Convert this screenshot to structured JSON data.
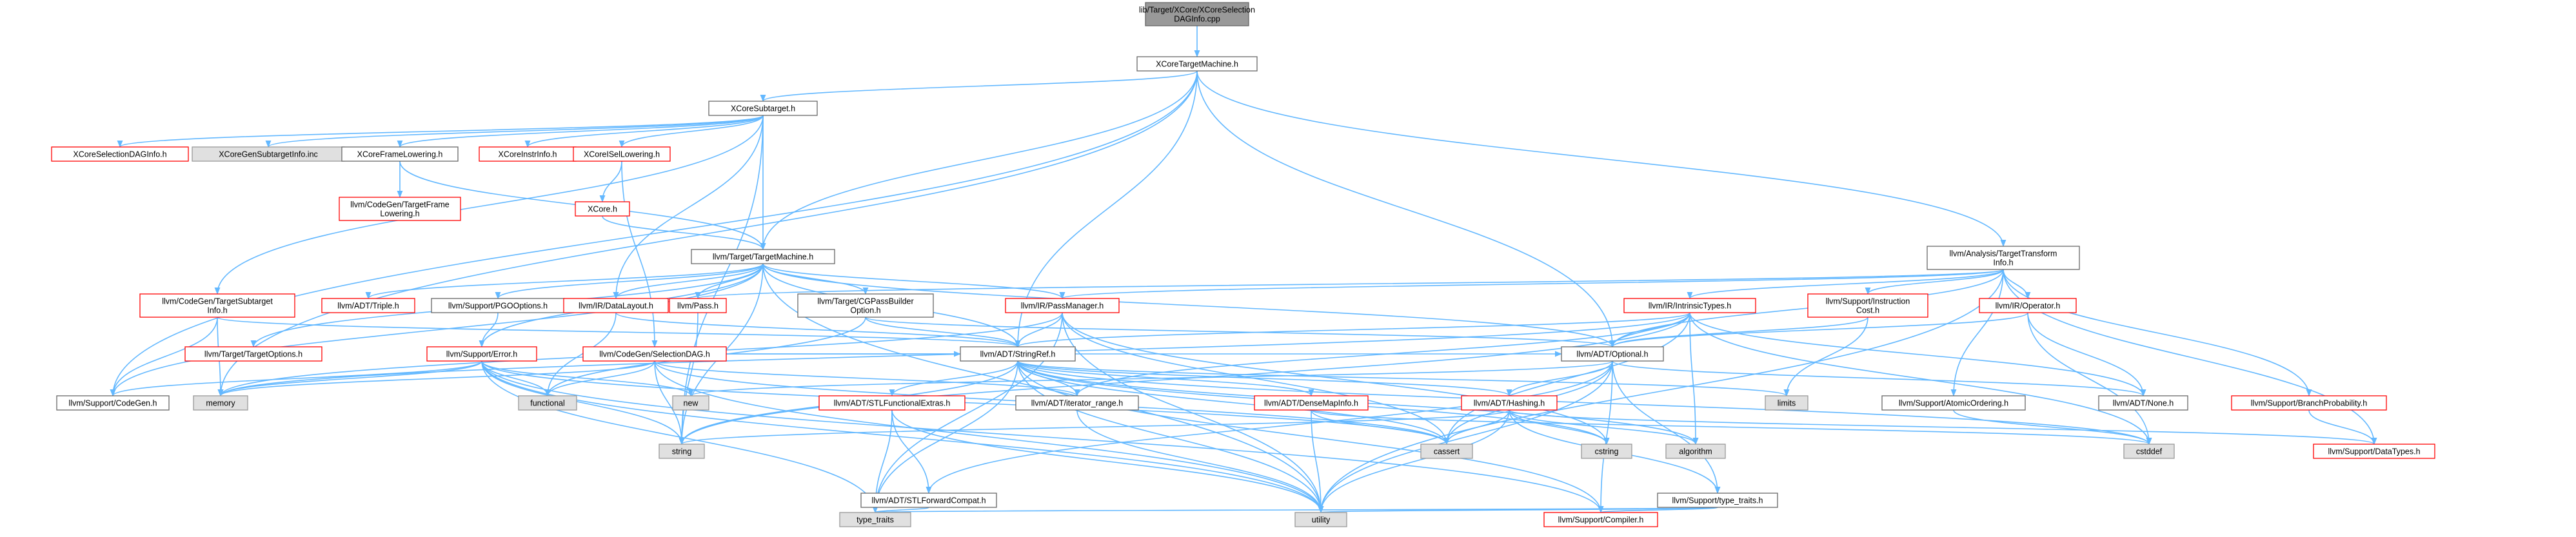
{
  "diagram": {
    "colors": {
      "edge": "#63b8ff",
      "normal_fill": "#ffffff",
      "normal_border": "#666666",
      "external_fill": "#e0e0e0",
      "external_border": "#999999",
      "root_fill": "#999999",
      "root_border": "#666666",
      "truncated_border": "#ff0000"
    },
    "nodes": [
      {
        "id": "root",
        "lines": [
          "lib/Target/XCore/XCoreSelection",
          "DAGInfo.cpp"
        ],
        "kind": "root"
      },
      {
        "id": "tm",
        "lines": [
          "XCoreTargetMachine.h"
        ],
        "kind": "normal"
      },
      {
        "id": "st",
        "lines": [
          "XCoreSubtarget.h"
        ],
        "kind": "normal"
      },
      {
        "id": "seldag",
        "lines": [
          "XCoreSelectionDAGInfo.h"
        ],
        "kind": "truncated"
      },
      {
        "id": "gensub",
        "lines": [
          "XCoreGenSubtargetInfo.inc"
        ],
        "kind": "external"
      },
      {
        "id": "framelow",
        "lines": [
          "XCoreFrameLowering.h"
        ],
        "kind": "normal"
      },
      {
        "id": "instrinfo",
        "lines": [
          "XCoreInstrInfo.h"
        ],
        "kind": "truncated"
      },
      {
        "id": "isellow",
        "lines": [
          "XCoreISelLowering.h"
        ],
        "kind": "truncated"
      },
      {
        "id": "cgtfl",
        "lines": [
          "llvm/CodeGen/TargetFrame",
          "Lowering.h"
        ],
        "kind": "truncated"
      },
      {
        "id": "xcore",
        "lines": [
          "XCore.h"
        ],
        "kind": "truncated"
      },
      {
        "id": "ltm",
        "lines": [
          "llvm/Target/TargetMachine.h"
        ],
        "kind": "normal"
      },
      {
        "id": "cgtsi",
        "lines": [
          "llvm/CodeGen/TargetSubtarget",
          "Info.h"
        ],
        "kind": "truncated"
      },
      {
        "id": "triple",
        "lines": [
          "llvm/ADT/Triple.h"
        ],
        "kind": "truncated"
      },
      {
        "id": "pgo",
        "lines": [
          "llvm/Support/PGOOptions.h"
        ],
        "kind": "normal"
      },
      {
        "id": "datalayout",
        "lines": [
          "llvm/IR/DataLayout.h"
        ],
        "kind": "truncated"
      },
      {
        "id": "pass",
        "lines": [
          "llvm/Pass.h"
        ],
        "kind": "truncated"
      },
      {
        "id": "cgpb",
        "lines": [
          "llvm/Target/CGPassBuilder",
          "Option.h"
        ],
        "kind": "normal"
      },
      {
        "id": "passmgr",
        "lines": [
          "llvm/IR/PassManager.h"
        ],
        "kind": "truncated"
      },
      {
        "id": "tti",
        "lines": [
          "llvm/Analysis/TargetTransform",
          "Info.h"
        ],
        "kind": "normal"
      },
      {
        "id": "intrtypes",
        "lines": [
          "llvm/IR/IntrinsicTypes.h"
        ],
        "kind": "truncated"
      },
      {
        "id": "instcost",
        "lines": [
          "llvm/Support/Instruction",
          "Cost.h"
        ],
        "kind": "truncated"
      },
      {
        "id": "operator",
        "lines": [
          "llvm/IR/Operator.h"
        ],
        "kind": "truncated"
      },
      {
        "id": "targetopts",
        "lines": [
          "llvm/Target/TargetOptions.h"
        ],
        "kind": "truncated"
      },
      {
        "id": "error",
        "lines": [
          "llvm/Support/Error.h"
        ],
        "kind": "truncated"
      },
      {
        "id": "cgseldag",
        "lines": [
          "llvm/CodeGen/SelectionDAG.h"
        ],
        "kind": "truncated"
      },
      {
        "id": "stringref",
        "lines": [
          "llvm/ADT/StringRef.h"
        ],
        "kind": "normal"
      },
      {
        "id": "optional",
        "lines": [
          "llvm/ADT/Optional.h"
        ],
        "kind": "normal"
      },
      {
        "id": "supcodegen",
        "lines": [
          "llvm/Support/CodeGen.h"
        ],
        "kind": "normal"
      },
      {
        "id": "memory",
        "lines": [
          "memory"
        ],
        "kind": "external"
      },
      {
        "id": "functional",
        "lines": [
          "functional"
        ],
        "kind": "external"
      },
      {
        "id": "new",
        "lines": [
          "new"
        ],
        "kind": "external"
      },
      {
        "id": "stlfe",
        "lines": [
          "llvm/ADT/STLFunctionalExtras.h"
        ],
        "kind": "truncated"
      },
      {
        "id": "iterrange",
        "lines": [
          "llvm/ADT/iterator_range.h"
        ],
        "kind": "normal"
      },
      {
        "id": "densemapinfo",
        "lines": [
          "llvm/ADT/DenseMapInfo.h"
        ],
        "kind": "truncated"
      },
      {
        "id": "hashing",
        "lines": [
          "llvm/ADT/Hashing.h"
        ],
        "kind": "truncated"
      },
      {
        "id": "limits",
        "lines": [
          "limits"
        ],
        "kind": "external"
      },
      {
        "id": "atomicord",
        "lines": [
          "llvm/Support/AtomicOrdering.h"
        ],
        "kind": "normal"
      },
      {
        "id": "none",
        "lines": [
          "llvm/ADT/None.h"
        ],
        "kind": "normal"
      },
      {
        "id": "branchprob",
        "lines": [
          "llvm/Support/BranchProbability.h"
        ],
        "kind": "truncated"
      },
      {
        "id": "string",
        "lines": [
          "string"
        ],
        "kind": "external"
      },
      {
        "id": "cassert",
        "lines": [
          "cassert"
        ],
        "kind": "external"
      },
      {
        "id": "cstring",
        "lines": [
          "cstring"
        ],
        "kind": "external"
      },
      {
        "id": "algorithm",
        "lines": [
          "algorithm"
        ],
        "kind": "external"
      },
      {
        "id": "cstddef",
        "lines": [
          "cstddef"
        ],
        "kind": "external"
      },
      {
        "id": "datatypes",
        "lines": [
          "llvm/Support/DataTypes.h"
        ],
        "kind": "truncated"
      },
      {
        "id": "stlfc",
        "lines": [
          "llvm/ADT/STLForwardCompat.h"
        ],
        "kind": "normal"
      },
      {
        "id": "typetraitsh",
        "lines": [
          "llvm/Support/type_traits.h"
        ],
        "kind": "normal"
      },
      {
        "id": "typetraits",
        "lines": [
          "type_traits"
        ],
        "kind": "external"
      },
      {
        "id": "utility",
        "lines": [
          "utility"
        ],
        "kind": "external"
      },
      {
        "id": "compiler",
        "lines": [
          "llvm/Support/Compiler.h"
        ],
        "kind": "truncated"
      }
    ],
    "edges": [
      [
        "root",
        "tm"
      ],
      [
        "tm",
        "st"
      ],
      [
        "tm",
        "ltm"
      ],
      [
        "tm",
        "stringref"
      ],
      [
        "tm",
        "optional"
      ],
      [
        "tm",
        "supcodegen"
      ],
      [
        "tm",
        "memory"
      ],
      [
        "tm",
        "tti"
      ],
      [
        "st",
        "seldag"
      ],
      [
        "st",
        "gensub"
      ],
      [
        "st",
        "framelow"
      ],
      [
        "st",
        "instrinfo"
      ],
      [
        "st",
        "isellow"
      ],
      [
        "st",
        "ltm"
      ],
      [
        "st",
        "cgtsi"
      ],
      [
        "st",
        "datalayout"
      ],
      [
        "st",
        "string"
      ],
      [
        "framelow",
        "cgtfl"
      ],
      [
        "framelow",
        "ltm"
      ],
      [
        "isellow",
        "xcore"
      ],
      [
        "isellow",
        "cgseldag"
      ],
      [
        "xcore",
        "ltm"
      ],
      [
        "cgtsi",
        "supcodegen"
      ],
      [
        "cgtsi",
        "memory"
      ],
      [
        "cgtsi",
        "stringref"
      ],
      [
        "ltm",
        "triple"
      ],
      [
        "ltm",
        "pgo"
      ],
      [
        "ltm",
        "datalayout"
      ],
      [
        "ltm",
        "pass"
      ],
      [
        "ltm",
        "cgpb"
      ],
      [
        "ltm",
        "passmgr"
      ],
      [
        "ltm",
        "targetopts"
      ],
      [
        "ltm",
        "error"
      ],
      [
        "ltm",
        "supcodegen"
      ],
      [
        "ltm",
        "stringref"
      ],
      [
        "ltm",
        "optional"
      ],
      [
        "ltm",
        "string"
      ],
      [
        "ltm",
        "utility"
      ],
      [
        "pgo",
        "error"
      ],
      [
        "datalayout",
        "stringref"
      ],
      [
        "datalayout",
        "functional"
      ],
      [
        "pass",
        "string"
      ],
      [
        "cgpb",
        "stringref"
      ],
      [
        "cgpb",
        "optional"
      ],
      [
        "cgpb",
        "functional"
      ],
      [
        "passmgr",
        "stringref"
      ],
      [
        "passmgr",
        "cassert"
      ],
      [
        "passmgr",
        "cstring"
      ],
      [
        "passmgr",
        "memory"
      ],
      [
        "passmgr",
        "typetraits"
      ],
      [
        "passmgr",
        "utility"
      ],
      [
        "tti",
        "intrtypes"
      ],
      [
        "tti",
        "instcost"
      ],
      [
        "tti",
        "operator"
      ],
      [
        "tti",
        "atomicord"
      ],
      [
        "tti",
        "branchprob"
      ],
      [
        "tti",
        "datatypes"
      ],
      [
        "tti",
        "passmgr"
      ],
      [
        "tti",
        "pass"
      ],
      [
        "tti",
        "optional"
      ],
      [
        "tti",
        "utility"
      ],
      [
        "intrtypes",
        "stringref"
      ],
      [
        "intrtypes",
        "optional"
      ],
      [
        "intrtypes",
        "none"
      ],
      [
        "intrtypes",
        "cassert"
      ],
      [
        "intrtypes",
        "algorithm"
      ],
      [
        "intrtypes",
        "iterrange"
      ],
      [
        "intrtypes",
        "memory"
      ],
      [
        "intrtypes",
        "cstddef"
      ],
      [
        "intrtypes",
        "string"
      ],
      [
        "instcost",
        "optional"
      ],
      [
        "instcost",
        "limits"
      ],
      [
        "operator",
        "optional"
      ],
      [
        "operator",
        "none"
      ],
      [
        "operator",
        "cstddef"
      ],
      [
        "error",
        "memory"
      ],
      [
        "error",
        "new"
      ],
      [
        "error",
        "string"
      ],
      [
        "error",
        "utility"
      ],
      [
        "error",
        "cassert"
      ],
      [
        "error",
        "typetraits"
      ],
      [
        "error",
        "compiler"
      ],
      [
        "error",
        "supcodegen"
      ],
      [
        "error",
        "functional"
      ],
      [
        "cgseldag",
        "stringref"
      ],
      [
        "cgseldag",
        "optional"
      ],
      [
        "cgseldag",
        "functional"
      ],
      [
        "cgseldag",
        "memory"
      ],
      [
        "cgseldag",
        "iterrange"
      ],
      [
        "cgseldag",
        "cassert"
      ],
      [
        "cgseldag",
        "string"
      ],
      [
        "cgseldag",
        "utility"
      ],
      [
        "stringref",
        "stlfe"
      ],
      [
        "stringref",
        "iterrange"
      ],
      [
        "stringref",
        "compiler"
      ],
      [
        "stringref",
        "algorithm"
      ],
      [
        "stringref",
        "cassert"
      ],
      [
        "stringref",
        "cstddef"
      ],
      [
        "stringref",
        "cstring"
      ],
      [
        "stringref",
        "limits"
      ],
      [
        "stringref",
        "string"
      ],
      [
        "stringref",
        "typetraits"
      ],
      [
        "stringref",
        "utility"
      ],
      [
        "stringref",
        "densemapinfo"
      ],
      [
        "stringref",
        "hashing"
      ],
      [
        "optional",
        "hashing"
      ],
      [
        "optional",
        "none"
      ],
      [
        "optional",
        "compiler"
      ],
      [
        "optional",
        "typetraitsh"
      ],
      [
        "optional",
        "cassert"
      ],
      [
        "optional",
        "new"
      ],
      [
        "optional",
        "utility"
      ],
      [
        "optional",
        "stlfc"
      ],
      [
        "stlfe",
        "stlfc"
      ],
      [
        "stlfe",
        "typetraits"
      ],
      [
        "stlfe",
        "utility"
      ],
      [
        "stlfc",
        "typetraits"
      ],
      [
        "iterrange",
        "utility"
      ],
      [
        "densemapinfo",
        "cassert"
      ],
      [
        "densemapinfo",
        "utility"
      ],
      [
        "densemapinfo",
        "cstddef"
      ],
      [
        "hashing",
        "datatypes"
      ],
      [
        "hashing",
        "typetraitsh"
      ],
      [
        "hashing",
        "algorithm"
      ],
      [
        "hashing",
        "cassert"
      ],
      [
        "hashing",
        "cstring"
      ],
      [
        "hashing",
        "string"
      ],
      [
        "hashing",
        "utility"
      ],
      [
        "typetraitsh",
        "compiler"
      ],
      [
        "typetraitsh",
        "typetraits"
      ],
      [
        "typetraitsh",
        "utility"
      ],
      [
        "atomicord",
        "cstddef"
      ],
      [
        "branchprob",
        "datatypes"
      ]
    ]
  }
}
